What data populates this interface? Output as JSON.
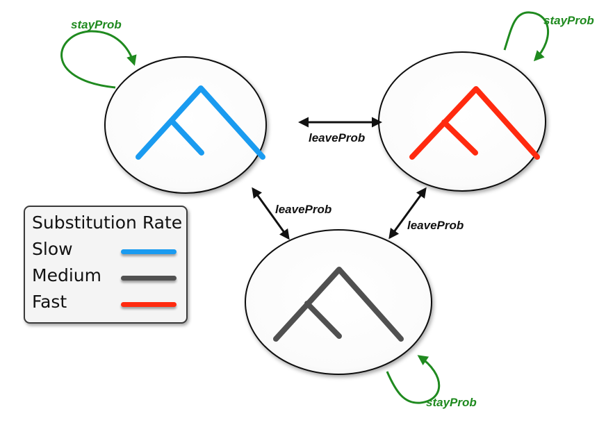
{
  "diagram": {
    "nodes": [
      {
        "id": "slow",
        "rate": "Slow",
        "tree_color": "#1a9bf0"
      },
      {
        "id": "fast",
        "rate": "Fast",
        "tree_color": "#ff2a0f"
      },
      {
        "id": "medium",
        "rate": "Medium",
        "tree_color": "#505050"
      }
    ],
    "edges": [
      {
        "from": "slow",
        "to": "fast",
        "label": "leaveProb"
      },
      {
        "from": "slow",
        "to": "medium",
        "label": "leaveProb"
      },
      {
        "from": "fast",
        "to": "medium",
        "label": "leaveProb"
      }
    ],
    "self_loops": [
      {
        "node": "slow",
        "label": "stayProb"
      },
      {
        "node": "fast",
        "label": "stayProb"
      },
      {
        "node": "medium",
        "label": "stayProb"
      }
    ],
    "colors": {
      "stay_loop": "#1f8a1f",
      "leave_arrow": "#111111",
      "node_fill": "#ffffff"
    }
  },
  "legend": {
    "title": "Substitution Rate",
    "items": [
      {
        "label": "Slow",
        "color": "#1a9bf0"
      },
      {
        "label": "Medium",
        "color": "#505050"
      },
      {
        "label": "Fast",
        "color": "#ff2a0f"
      }
    ]
  }
}
